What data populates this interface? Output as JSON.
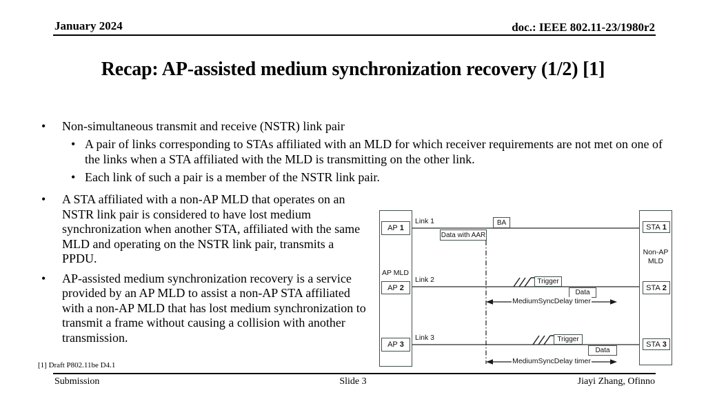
{
  "colors": {
    "box_border": "#41504e",
    "link_line": "#4d4d4d",
    "ink": "#1a1a1a",
    "background": "#ffffff"
  },
  "header": {
    "date": "January 2024",
    "doc": "doc.: IEEE 802.11-23/1980r2"
  },
  "title": "Recap: AP-assisted medium synchronization recovery (1/2) [1]",
  "bullets": {
    "b1": "Non-simultaneous transmit and receive (NSTR) link pair",
    "b1_sub1": "A pair of links corresponding to STAs affiliated with an MLD for which receiver requirements are not met on one of the links when a STA affiliated with the MLD is transmitting on the other link.",
    "b1_sub2": "Each link of such a pair is a member of the NSTR link pair.",
    "b2": "A STA affiliated with a non-AP MLD that operates on an NSTR link pair is considered to have lost medium synchronization when another STA, affiliated with the same MLD and operating on the NSTR link pair, transmits a PPDU.",
    "b3": "AP-assisted medium synchronization recovery is a service provided by an AP MLD to assist a non-AP STA affiliated with a non-AP MLD that has lost medium synchronization to transmit a frame without causing a collision with another transmission."
  },
  "diagram": {
    "ap_mld_label": "AP MLD",
    "non_ap_mld_label": "Non-AP MLD",
    "aps": [
      {
        "name": "AP",
        "num": "1"
      },
      {
        "name": "AP",
        "num": "2"
      },
      {
        "name": "AP",
        "num": "3"
      }
    ],
    "stas": [
      {
        "name": "STA",
        "num": "1"
      },
      {
        "name": "STA",
        "num": "2"
      },
      {
        "name": "STA",
        "num": "3"
      }
    ],
    "links": [
      "Link 1",
      "Link 2",
      "Link 3"
    ],
    "frames": {
      "data_with_aar": "Data with AAR",
      "ba": "BA",
      "trigger": "Trigger",
      "data": "Data"
    },
    "timer_label": "MediumSyncDelay timer"
  },
  "footer": {
    "footnote": "[1] Draft P802.11be D4.1",
    "left": "Submission",
    "center": "Slide 3",
    "right": "Jiayi Zhang, Ofinno"
  }
}
